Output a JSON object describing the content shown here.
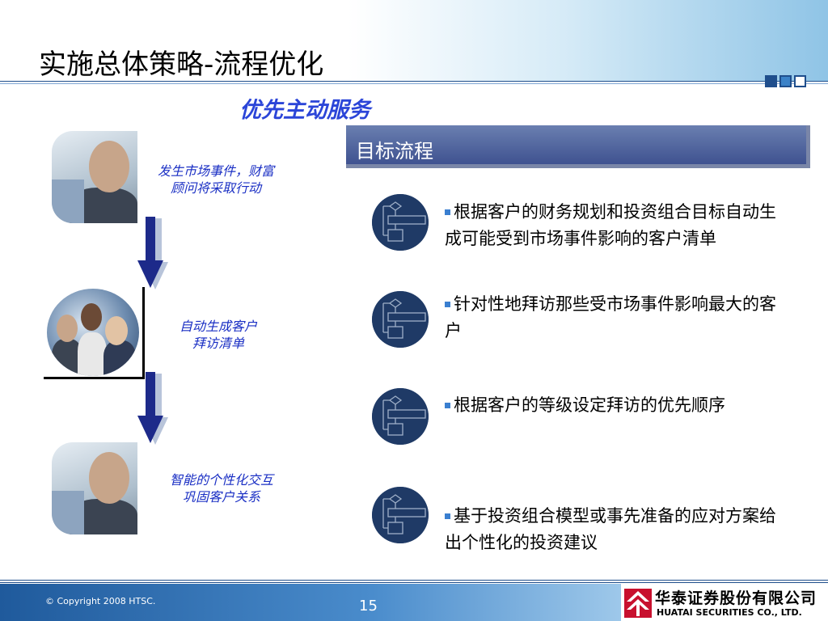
{
  "slide": {
    "title": "实施总体策略-流程优化",
    "subtitle": "优先主动服务"
  },
  "left_steps": [
    {
      "line1": "发生市场事件，财富",
      "line2": "顾问将采取行动"
    },
    {
      "line1": "自动生成客户",
      "line2": "拜访清单"
    },
    {
      "line1": "智能的个性化交互",
      "line2": "巩固客户关系"
    }
  ],
  "right_panel": {
    "header": "目标流程",
    "bullets": [
      {
        "text": "根据客户的财务规划和投资组合目标自动生成可能受到市场事件影响的客户清单"
      },
      {
        "text": "针对性地拜访那些受市场事件影响最大的客户"
      },
      {
        "text": "根据客户的等级设定拜访的优先顺序"
      },
      {
        "text": "基于投资组合模型或事先准备的应对方案给出个性化的投资建议"
      }
    ]
  },
  "footer": {
    "copyright": "© Copyright 2008 HTSC.",
    "page_number": "15",
    "logo_cn": "华泰证券股份有限公司",
    "logo_en": "HUATAI SECURITIES CO., LTD."
  },
  "colors": {
    "accent_blue": "#1a2fc4",
    "header_bar": "#4a5e9a",
    "arrow_fill": "#1d2a8a"
  },
  "icons": [
    "flowchart-icon",
    "down-arrow-icon",
    "logo-icon"
  ]
}
